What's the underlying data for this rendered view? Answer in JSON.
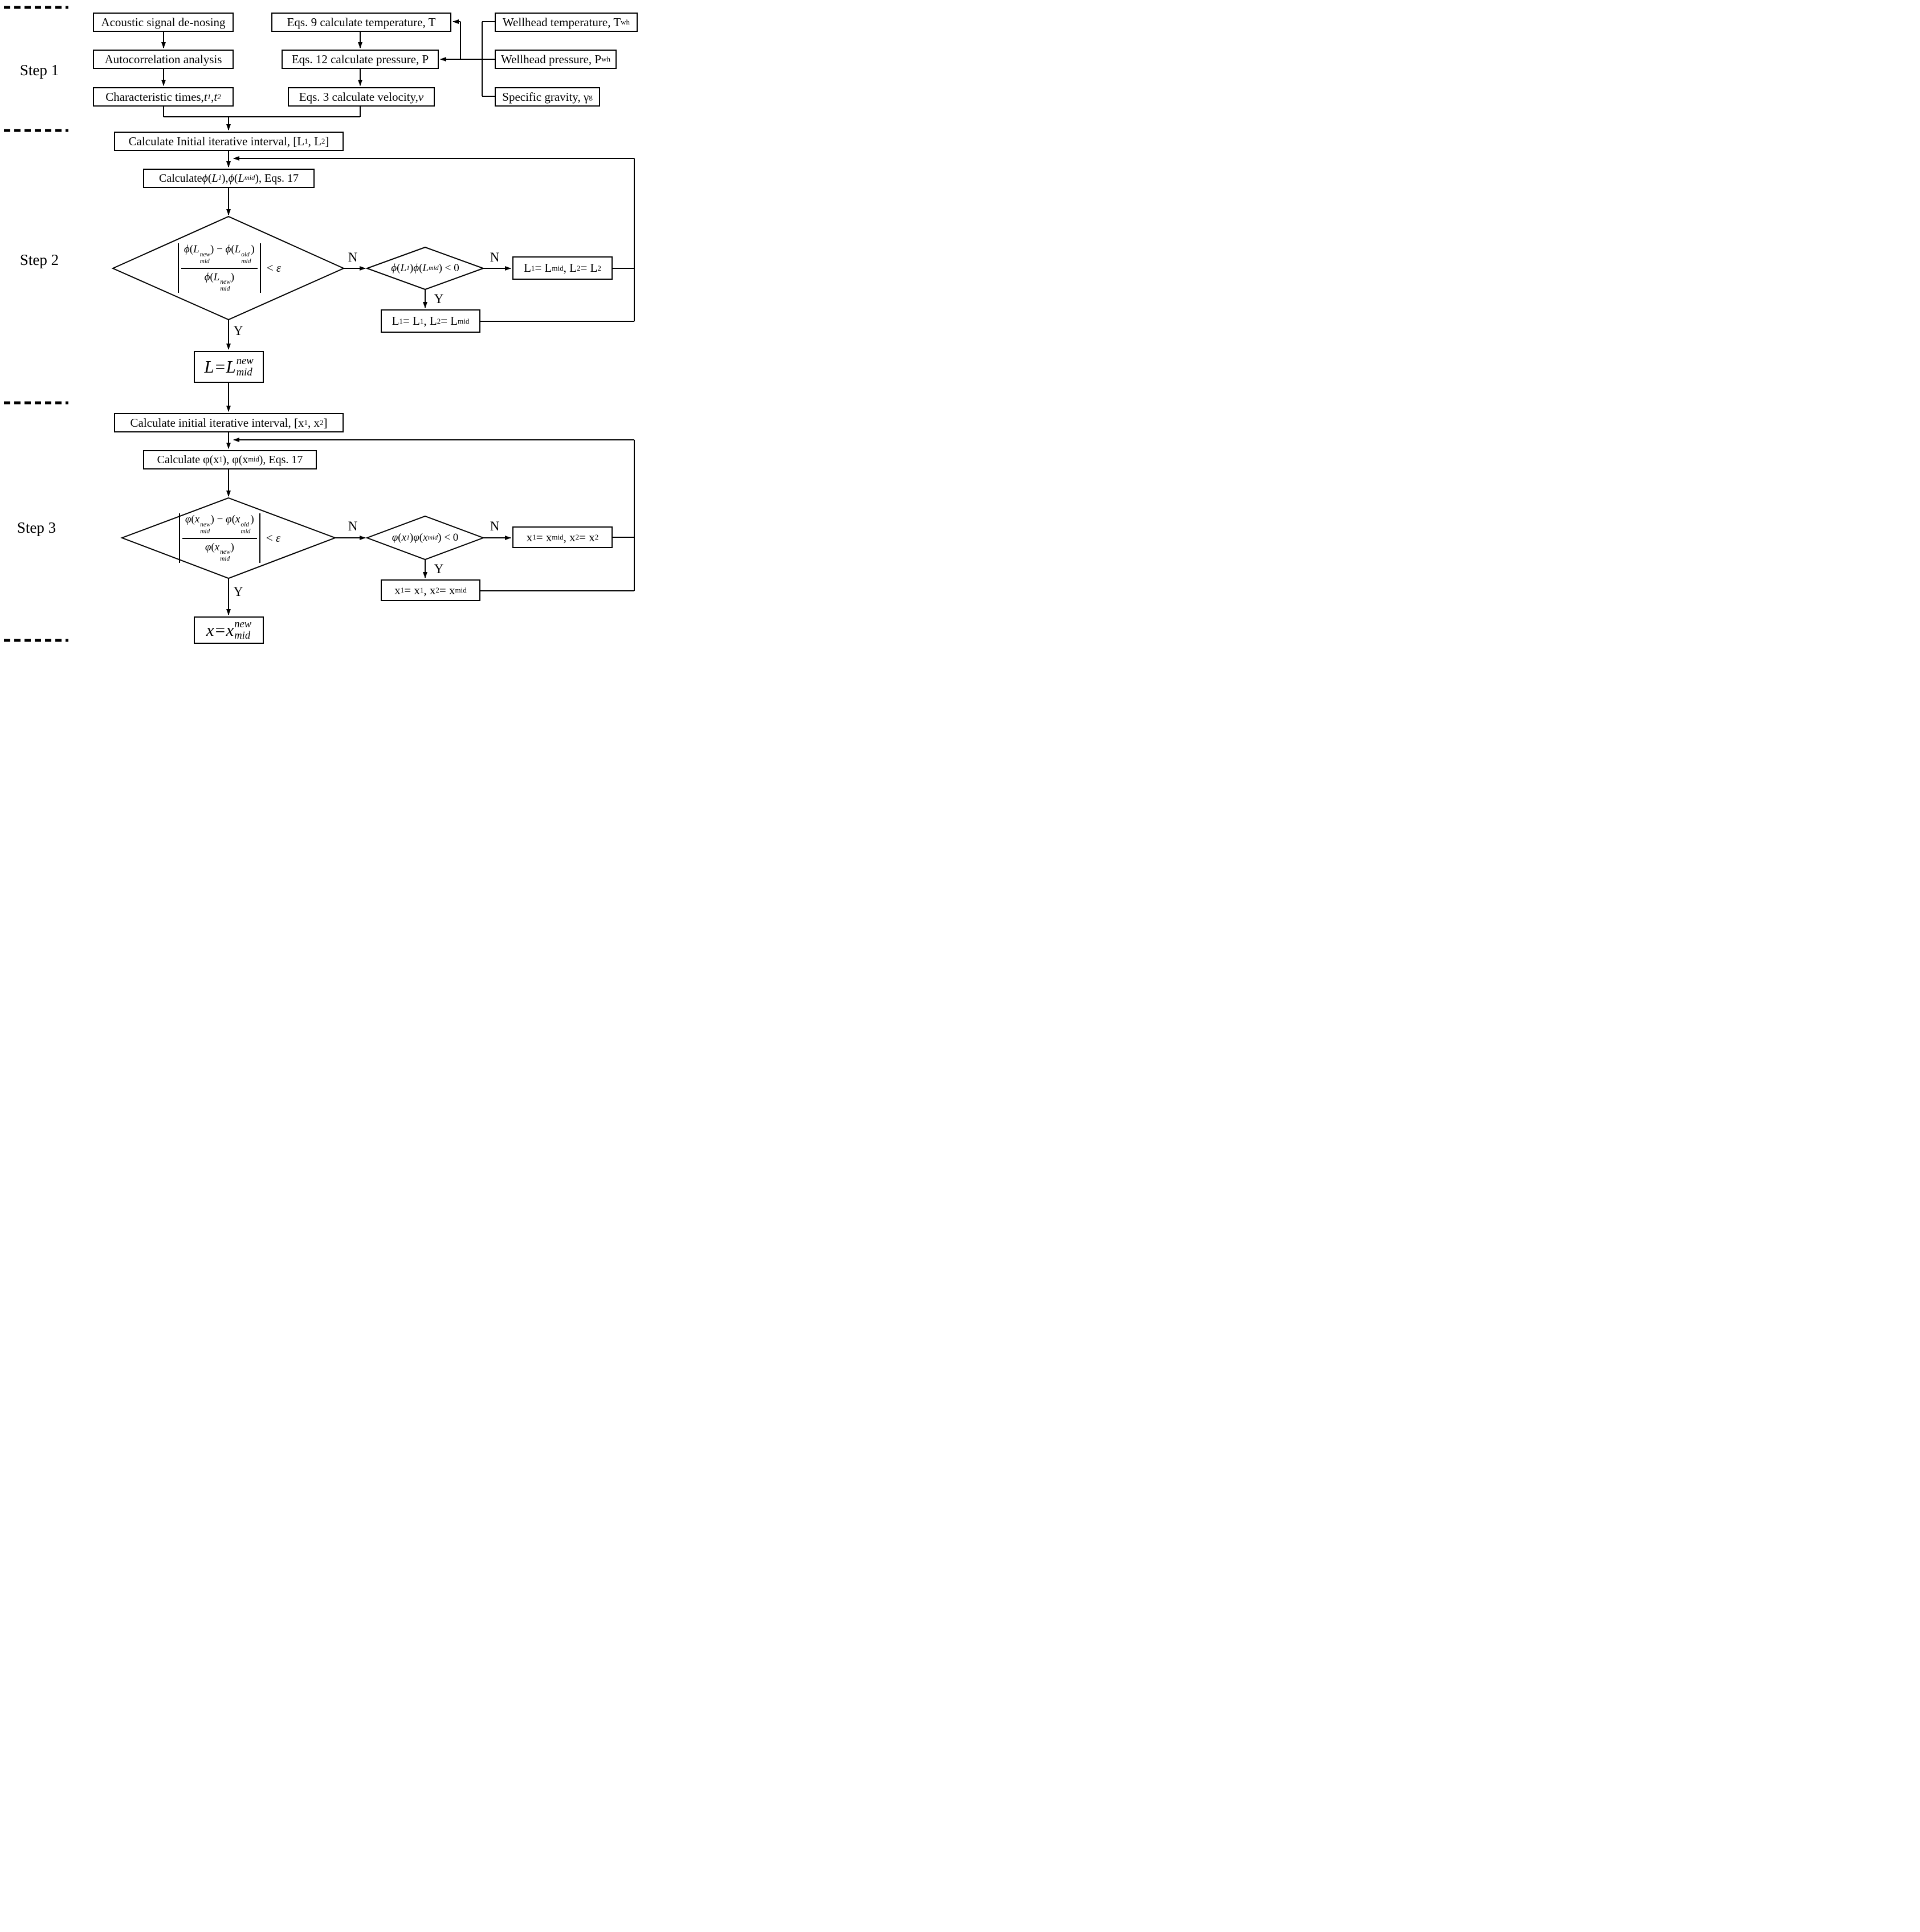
{
  "colors": {
    "ink": "#000000",
    "background": "#ffffff"
  },
  "steps": {
    "s1": "Step 1",
    "s2": "Step 2",
    "s3": "Step 3"
  },
  "labels": {
    "yes": "Y",
    "no": "N"
  },
  "step1": {
    "acoustic": "Acoustic signal de-nosing",
    "autocorr": "Autocorrelation analysis",
    "char_times": [
      "Characteristic times, ",
      {
        "i": "t"
      },
      {
        "isub": "1"
      },
      ", ",
      {
        "i": "t"
      },
      {
        "isub": "2"
      }
    ],
    "temp": "Eqs. 9 calculate temperature, T",
    "pressure": "Eqs. 12 calculate pressure, P",
    "velocity": [
      "Eqs. 3 calculate velocity, ",
      {
        "i": "v"
      }
    ],
    "wellhead_temp": [
      "Wellhead temperature, T",
      {
        "sub": "wh"
      }
    ],
    "wellhead_pressure": [
      "Wellhead pressure, P",
      {
        "sub": "wh"
      }
    ],
    "specific_gravity": [
      "Specific gravity, γ",
      {
        "sub": "g"
      }
    ]
  },
  "step2": {
    "interval": [
      "Calculate Initial iterative interval, [L",
      {
        "sub": "1"
      },
      ", L",
      {
        "sub": "2"
      },
      "]"
    ],
    "calc_phi": [
      "Calculate ",
      {
        "i": "ϕ"
      },
      "(",
      {
        "i": "L"
      },
      {
        "isub": "1"
      },
      "), ",
      {
        "i": "ϕ"
      },
      "(",
      {
        "i": "L"
      },
      {
        "isub": "mid"
      },
      "), Eqs. 17"
    ],
    "cond": {
      "num": [
        {
          "i": "ϕ"
        },
        "(",
        {
          "i": "L"
        },
        {
          "stack": {
            "sup": "new",
            "sub": "mid"
          }
        },
        ") − ",
        {
          "i": "ϕ"
        },
        "(",
        {
          "i": "L"
        },
        {
          "stack": {
            "sup": "old",
            "sub": "mid"
          }
        },
        ")"
      ],
      "den": [
        {
          "i": "ϕ"
        },
        "(",
        {
          "i": "L"
        },
        {
          "stack": {
            "sup": "new",
            "sub": "mid"
          }
        },
        ")"
      ],
      "cmp": [
        "< ",
        {
          "i": "ε"
        }
      ]
    },
    "cond_sign": [
      {
        "i": "ϕ"
      },
      "(",
      {
        "i": "L"
      },
      {
        "isub": "1"
      },
      ")",
      {
        "i": "ϕ"
      },
      "(",
      {
        "i": "L"
      },
      {
        "isub": "mid"
      },
      ") < 0"
    ],
    "update_no": [
      "L",
      {
        "sub": "1"
      },
      " = L",
      {
        "sub": "mid"
      },
      ", L",
      {
        "sub": "2"
      },
      " = L",
      {
        "sub": "2"
      }
    ],
    "update_yes": [
      "L",
      {
        "sub": "1"
      },
      " = L",
      {
        "sub": "1"
      },
      ", L",
      {
        "sub": "2"
      },
      " = L",
      {
        "sub": "mid"
      }
    ],
    "result": [
      {
        "i": "L"
      },
      " = ",
      {
        "i": "L"
      },
      {
        "stack": {
          "sup": "new",
          "sub": "mid"
        }
      }
    ]
  },
  "step3": {
    "interval": [
      "Calculate initial iterative interval, [x",
      {
        "sub": "1"
      },
      ", x",
      {
        "sub": "2"
      },
      "]"
    ],
    "calc_phi": [
      "Calculate φ(x",
      {
        "sub": "1"
      },
      "), φ(x",
      {
        "sub": "mid"
      },
      "), Eqs. 17"
    ],
    "cond": {
      "num": [
        {
          "i": "φ"
        },
        "(",
        {
          "i": "x"
        },
        {
          "stack": {
            "sup": "new",
            "sub": "mid"
          }
        },
        ") − ",
        {
          "i": "φ"
        },
        "(",
        {
          "i": "x"
        },
        {
          "stack": {
            "sup": "old",
            "sub": "mid"
          }
        },
        ")"
      ],
      "den": [
        {
          "i": "φ"
        },
        "(",
        {
          "i": "x"
        },
        {
          "stack": {
            "sup": "new",
            "sub": "mid"
          }
        },
        ")"
      ],
      "cmp": [
        "< ",
        {
          "i": "ε"
        }
      ]
    },
    "cond_sign": [
      {
        "i": "φ"
      },
      "(",
      {
        "i": "x"
      },
      {
        "isub": "1"
      },
      ")",
      {
        "i": "φ"
      },
      "(",
      {
        "i": "x"
      },
      {
        "isub": "mid"
      },
      ") < 0"
    ],
    "update_no": [
      "x",
      {
        "sub": "1"
      },
      " = x",
      {
        "sub": "mid"
      },
      ", x",
      {
        "sub": "2"
      },
      " = x",
      {
        "sub": "2"
      }
    ],
    "update_yes": [
      "x",
      {
        "sub": "1"
      },
      " = x",
      {
        "sub": "1"
      },
      ", x",
      {
        "sub": "2"
      },
      " = x",
      {
        "sub": "mid"
      }
    ],
    "result": [
      {
        "i": "x"
      },
      " = ",
      {
        "i": "x"
      },
      {
        "stack": {
          "sup": "new",
          "sub": "mid"
        }
      }
    ]
  }
}
